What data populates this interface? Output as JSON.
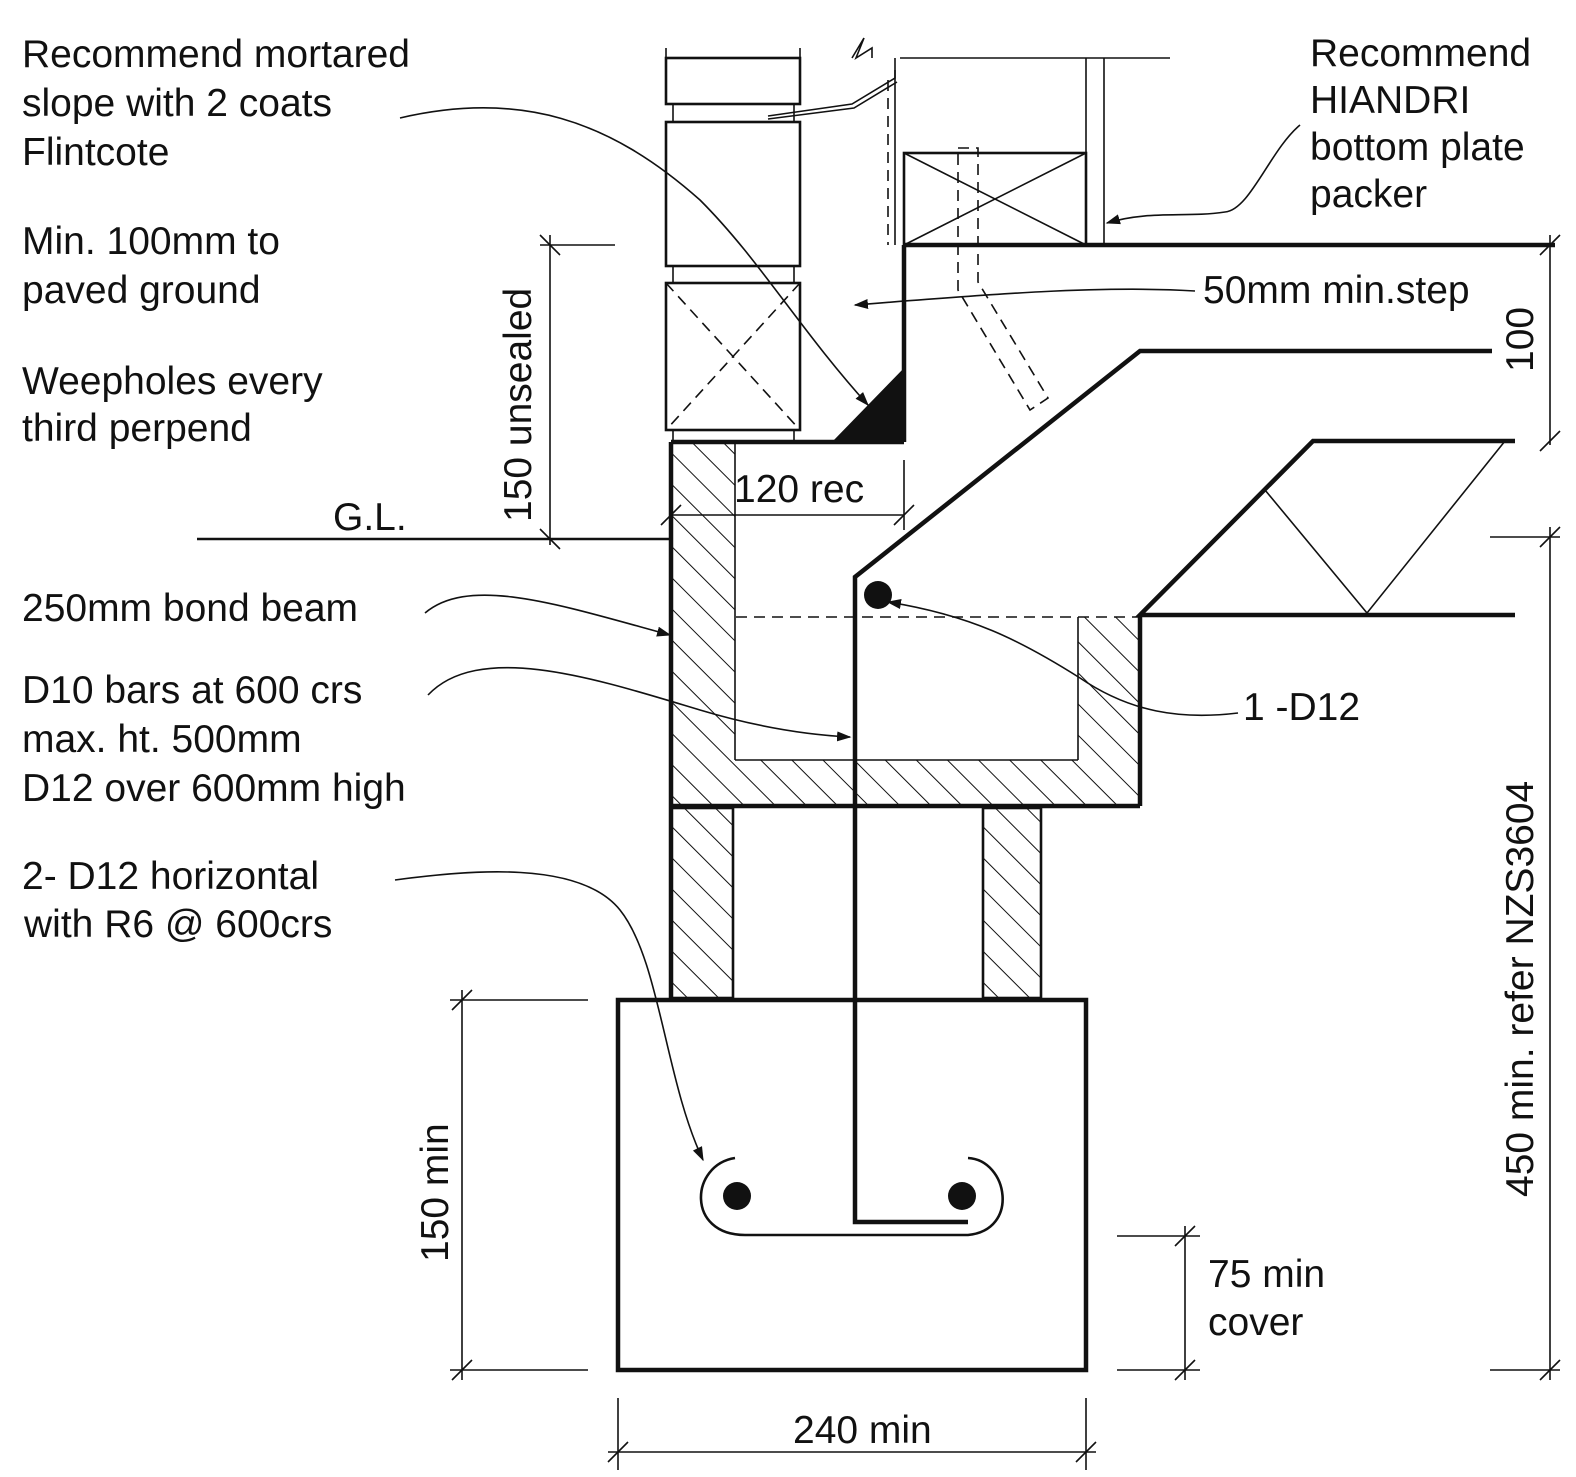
{
  "notes": {
    "mortared_slope": [
      "Recommend mortared",
      "slope with 2 coats",
      "Flintcote"
    ],
    "paved_ground": [
      "Min. 100mm to",
      "paved ground"
    ],
    "weepholes": [
      "Weepholes every",
      "third perpend"
    ],
    "hiandri": [
      "Recommend",
      "HIANDRI",
      "bottom plate",
      "packer"
    ],
    "ground_level": "G.L.",
    "bond_beam": "250mm bond beam",
    "d10_bars": [
      "D10 bars at 600 crs",
      "max. ht. 500mm",
      "D12 over 600mm high"
    ],
    "horizontal_bars": [
      "2- D12 horizontal",
      "with R6 @ 600crs"
    ],
    "step": "50mm min.step",
    "single_bar": "1 -D12",
    "cover": [
      "75 min",
      "cover"
    ]
  },
  "dimensions": {
    "unsealed": "150  unsealed",
    "rec": "120 rec",
    "step_height": "100",
    "footing_depth": "150 min",
    "footing_width": "240 min",
    "foundation_height": "450 min. refer NZS3604"
  },
  "colors": {
    "line": "#111111",
    "background": "#ffffff"
  }
}
